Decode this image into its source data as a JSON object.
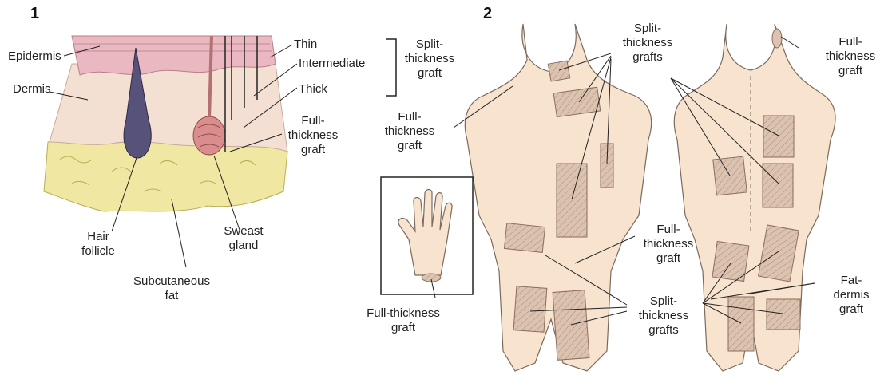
{
  "panel1": {
    "number": "1",
    "labels": {
      "epidermis": "Epidermis",
      "dermis": "Dermis",
      "thin": "Thin",
      "intermediate": "Intermediate",
      "thick": "Thick",
      "split_line1": "Split-",
      "split_line2": "thickness",
      "split_line3": "graft",
      "full_line1": "Full-",
      "full_line2": "thickness",
      "full_line3": "graft",
      "hair_line1": "Hair",
      "hair_line2": "follicle",
      "sweat_line1": "Sweast",
      "sweat_line2": "gland",
      "subq_line1": "Subcutaneous",
      "subq_line2": "fat"
    }
  },
  "panel2": {
    "number": "2",
    "labels": {
      "stg_top_1": "Split-",
      "stg_top_2": "thickness",
      "stg_top_3": "grafts",
      "ftg_left_1": "Full-",
      "ftg_left_2": "thickness",
      "ftg_left_3": "graft",
      "ftg_back_1": "Full-",
      "ftg_back_2": "thickness",
      "ftg_back_3": "graft",
      "ftg_mid_1": "Full-",
      "ftg_mid_2": "thickness",
      "ftg_mid_3": "graft",
      "ftg_hand_1": "Full-thickness",
      "ftg_hand_2": "graft",
      "stg_bottom_1": "Split-",
      "stg_bottom_2": "thickness",
      "stg_bottom_3": "grafts",
      "fat_1": "Fat-",
      "fat_2": "dermis",
      "fat_3": "graft"
    }
  },
  "colors": {
    "skin": "#f8e3cf",
    "epidermis": "#e9b8c0",
    "dermis": "#f4e0d2",
    "fat": "#f0e7a2",
    "follicle": "#57527a",
    "gland": "#d98d8d",
    "graft": "#dcc3b0",
    "line": "#222222"
  }
}
